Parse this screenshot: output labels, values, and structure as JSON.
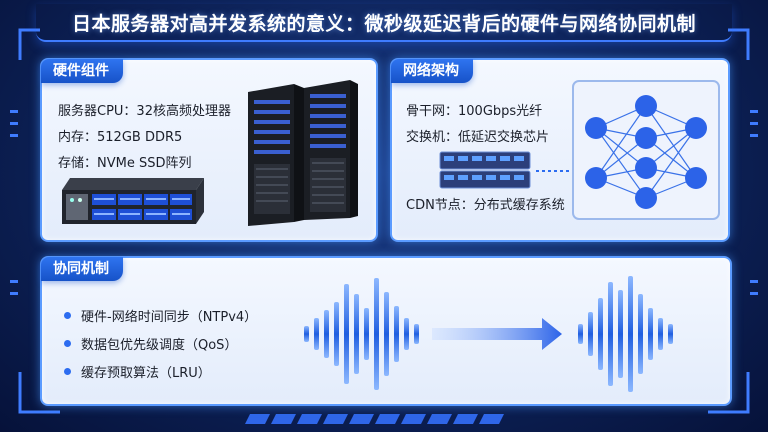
{
  "title": "日本服务器对高并发系统的意义：微秒级延迟背后的硬件与网络协同机制",
  "hardware": {
    "tag": "硬件组件",
    "items": [
      "服务器CPU：32核高频处理器",
      "内存：512GB DDR5",
      "存储：NVMe SSD阵列"
    ]
  },
  "network": {
    "tag": "网络架构",
    "items": [
      "骨干网：100Gbps光纤",
      "交换机：低延迟交换芯片",
      "CDN节点：分布式缓存系统"
    ]
  },
  "coordination": {
    "tag": "协同机制",
    "items": [
      "硬件-网络时间同步（NTPv4）",
      "数据包优先级调度（QoS）",
      "缓存预取算法（LRU）"
    ]
  },
  "colors": {
    "accent": "#2f74f0",
    "frame": "#5b9bff",
    "background": "#0d2258"
  }
}
